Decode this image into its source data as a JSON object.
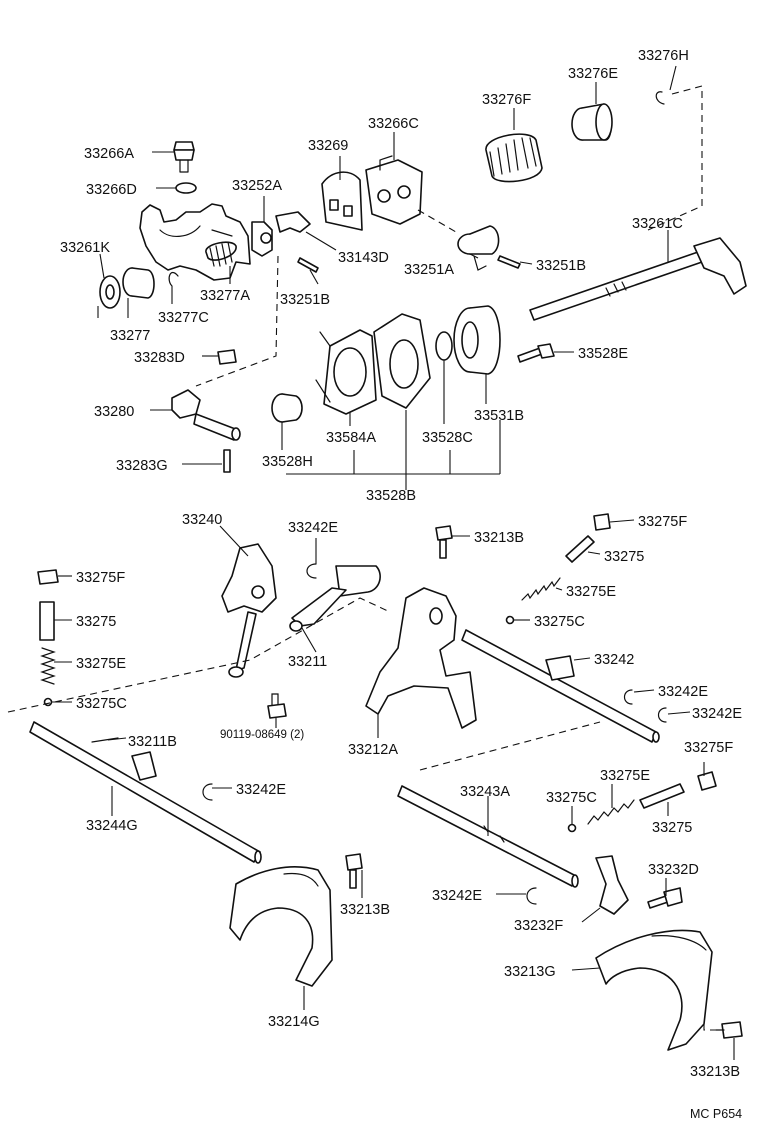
{
  "labels": {
    "p33266A": "33266A",
    "p33266D": "33266D",
    "p33261K": "33261K",
    "p33277": "33277",
    "p33277C": "33277C",
    "p33277A": "33277A",
    "p33252A": "33252A",
    "p33269": "33269",
    "p33266C": "33266C",
    "p33143D": "33143D",
    "p33251A": "33251A",
    "p33251B_1": "33251B",
    "p33251B_2": "33251B",
    "p33276F": "33276F",
    "p33276E": "33276E",
    "p33276H": "33276H",
    "p33261C": "33261C",
    "p33283D": "33283D",
    "p33280": "33280",
    "p33283G": "33283G",
    "p33528E": "33528E",
    "p33531B": "33531B",
    "p33528C": "33528C",
    "p33584A": "33584A",
    "p33528H": "33528H",
    "p33528B": "33528B",
    "p33240": "33240",
    "p33242E_1": "33242E",
    "p33213B_1": "33213B",
    "p33275F_1": "33275F",
    "p33275_1": "33275",
    "p33275E_1": "33275E",
    "p33275C_1": "33275C",
    "p33275F_2": "33275F",
    "p33275_2": "33275",
    "p33275E_2": "33275E",
    "p33275C_2": "33275C",
    "p33211": "33211",
    "p33242": "33242",
    "p33242E_2": "33242E",
    "p33242E_3": "33242E",
    "p90119": "90119-08649 (2)",
    "p33212A": "33212A",
    "p33211B": "33211B",
    "p33244G": "33244G",
    "p33242E_4": "33242E",
    "p33243A": "33243A",
    "p33275C_3": "33275C",
    "p33275E_3": "33275E",
    "p33275F_3": "33275F",
    "p33275_3": "33275",
    "p33232D": "33232D",
    "p33242E_5": "33242E",
    "p33232F": "33232F",
    "p33213B_2": "33213B",
    "p33213G": "33213G",
    "p33214G": "33214G",
    "p33213B_3": "33213B"
  },
  "footer": {
    "code": "MC P654"
  }
}
